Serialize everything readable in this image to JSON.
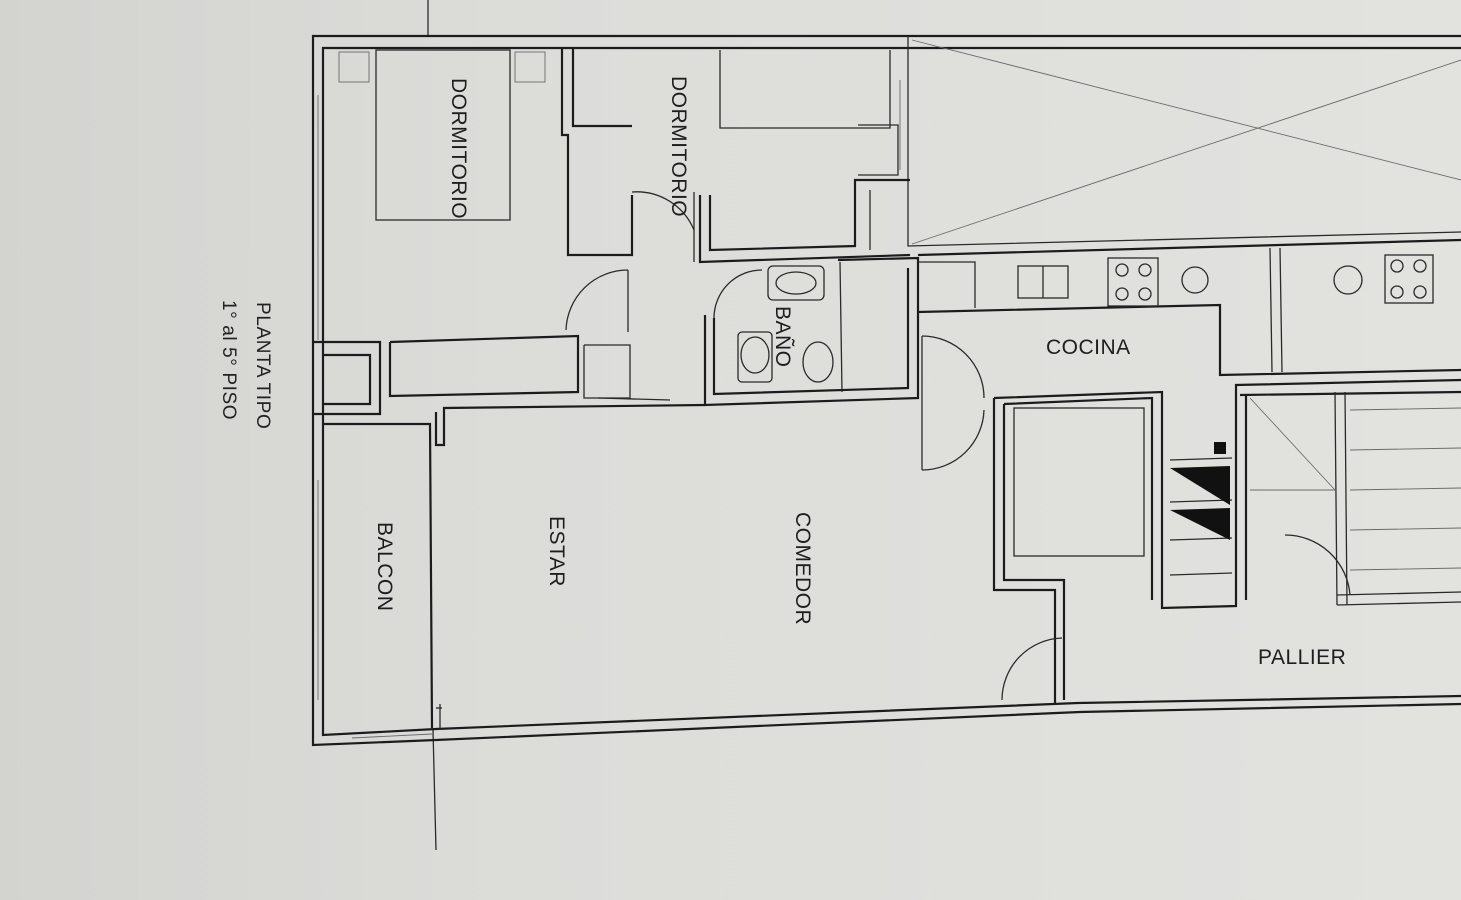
{
  "plan": {
    "title_line1": "PLANTA TIPO",
    "title_line2": "1° al 5° PISO",
    "rooms": {
      "dormitorio_1": "DORMITORIO",
      "dormitorio_2": "DORMITORIO",
      "bano": "BAÑO",
      "cocina": "COCINA",
      "balcon": "BALCON",
      "estar": "ESTAR",
      "comedor": "COMEDOR",
      "pallier": "PALLIER"
    }
  }
}
